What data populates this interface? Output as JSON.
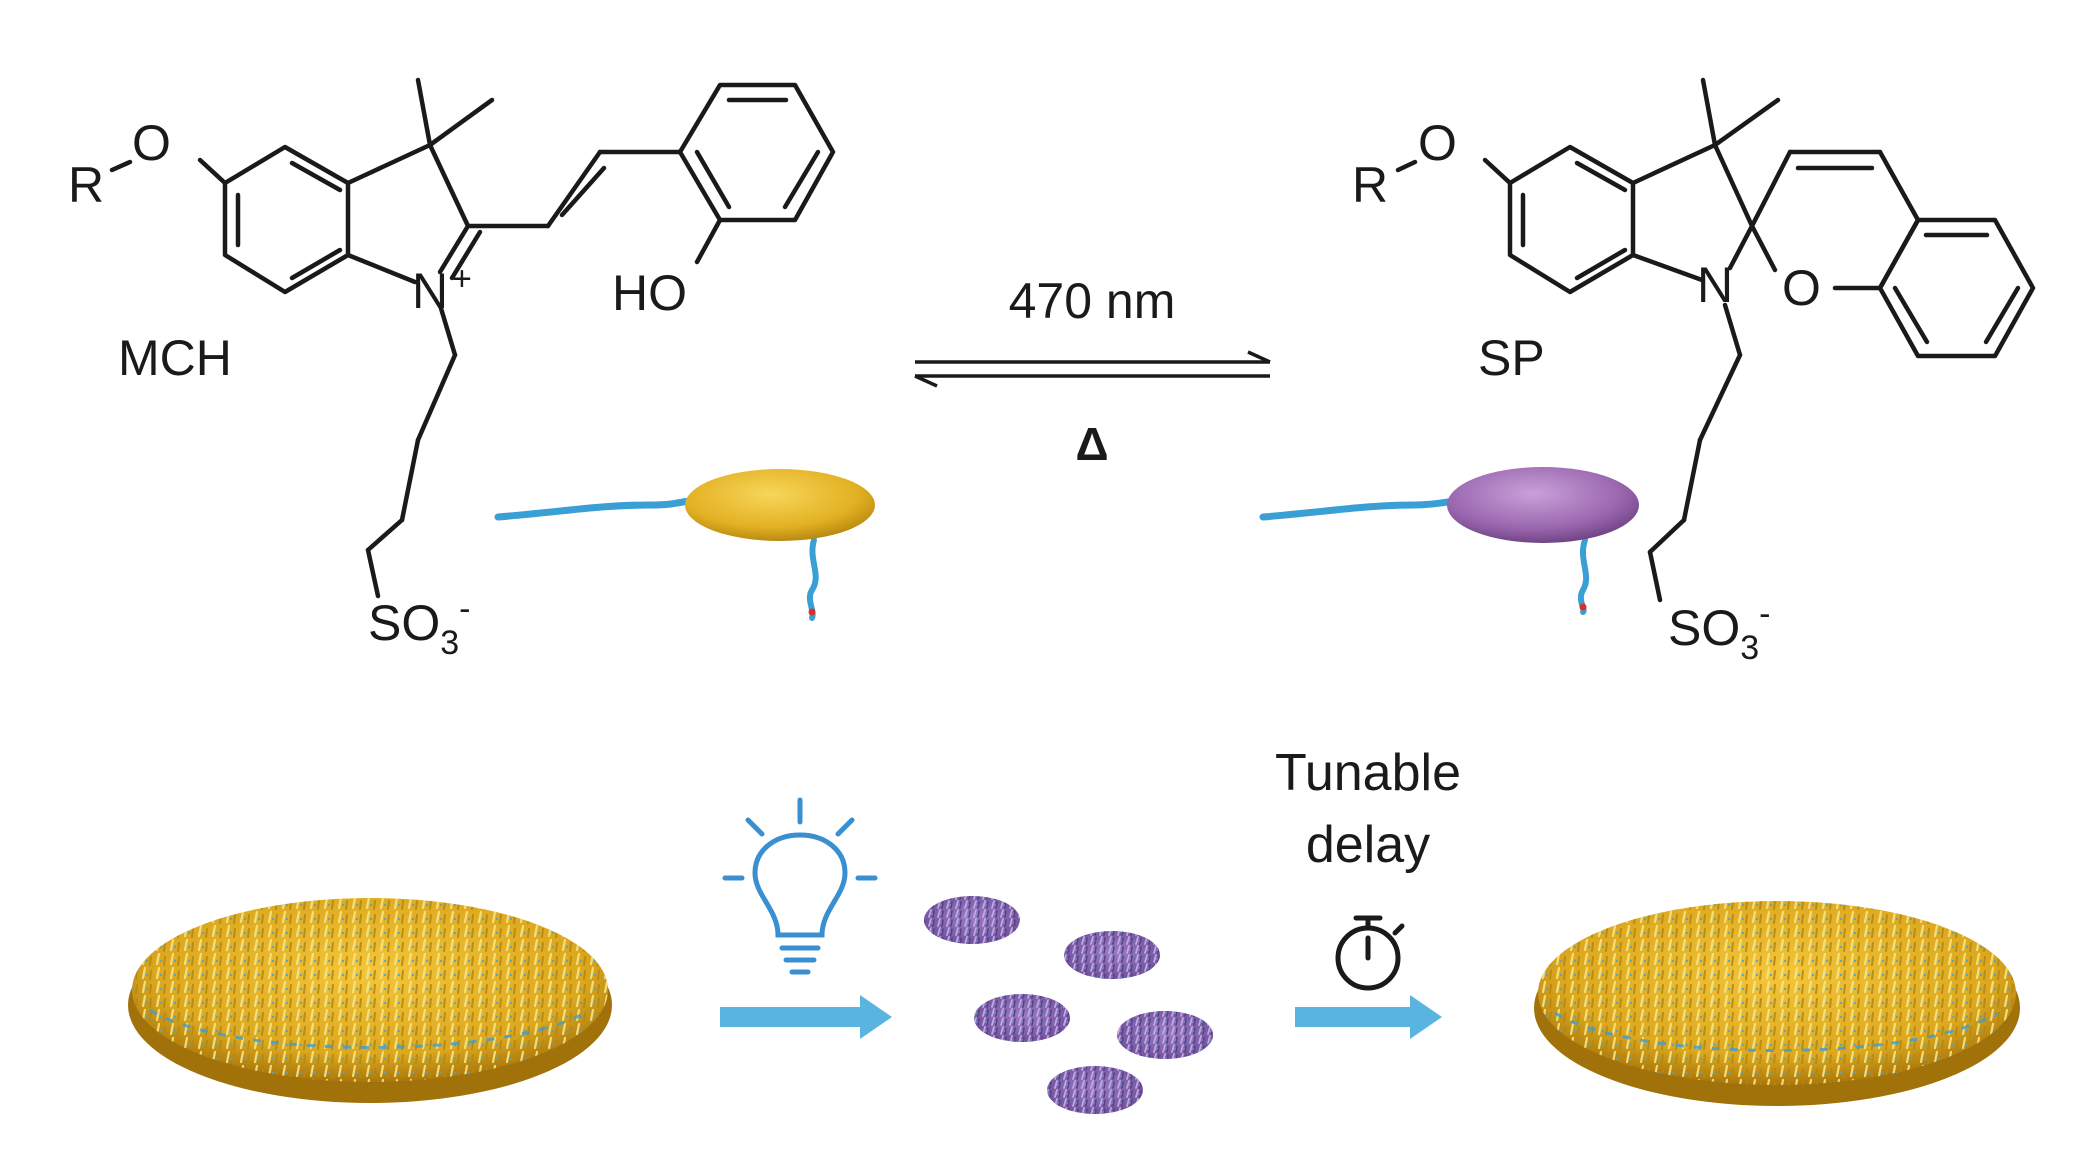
{
  "molecules": {
    "left": {
      "name": "MCH",
      "r_group": "R",
      "oxygen": "O",
      "nitrogen": "N",
      "charge": "+",
      "hydroxyl": "HO",
      "sulfonate": "SO",
      "sulfonate_subscript": "3",
      "sulfonate_charge": "-"
    },
    "right": {
      "name": "SP",
      "r_group": "R",
      "oxygen": "O",
      "nitrogen": "N",
      "ring_oxygen": "O",
      "sulfonate": "SO",
      "sulfonate_subscript": "3",
      "sulfonate_charge": "-"
    }
  },
  "equilibrium": {
    "forward_label": "470 nm",
    "reverse_label": "Δ"
  },
  "delay": {
    "line1": "Tunable",
    "line2": "delay"
  },
  "colors": {
    "merocyanine": "#e8b82a",
    "spiropyran": "#9b6ab0",
    "tail": "#3a9fd4",
    "arrow": "#5ab4e0",
    "bulb": "#3a8fd0",
    "ink": "#1a1a1a"
  },
  "icons": {
    "light": "lightbulb-icon",
    "timer": "stopwatch-icon"
  }
}
